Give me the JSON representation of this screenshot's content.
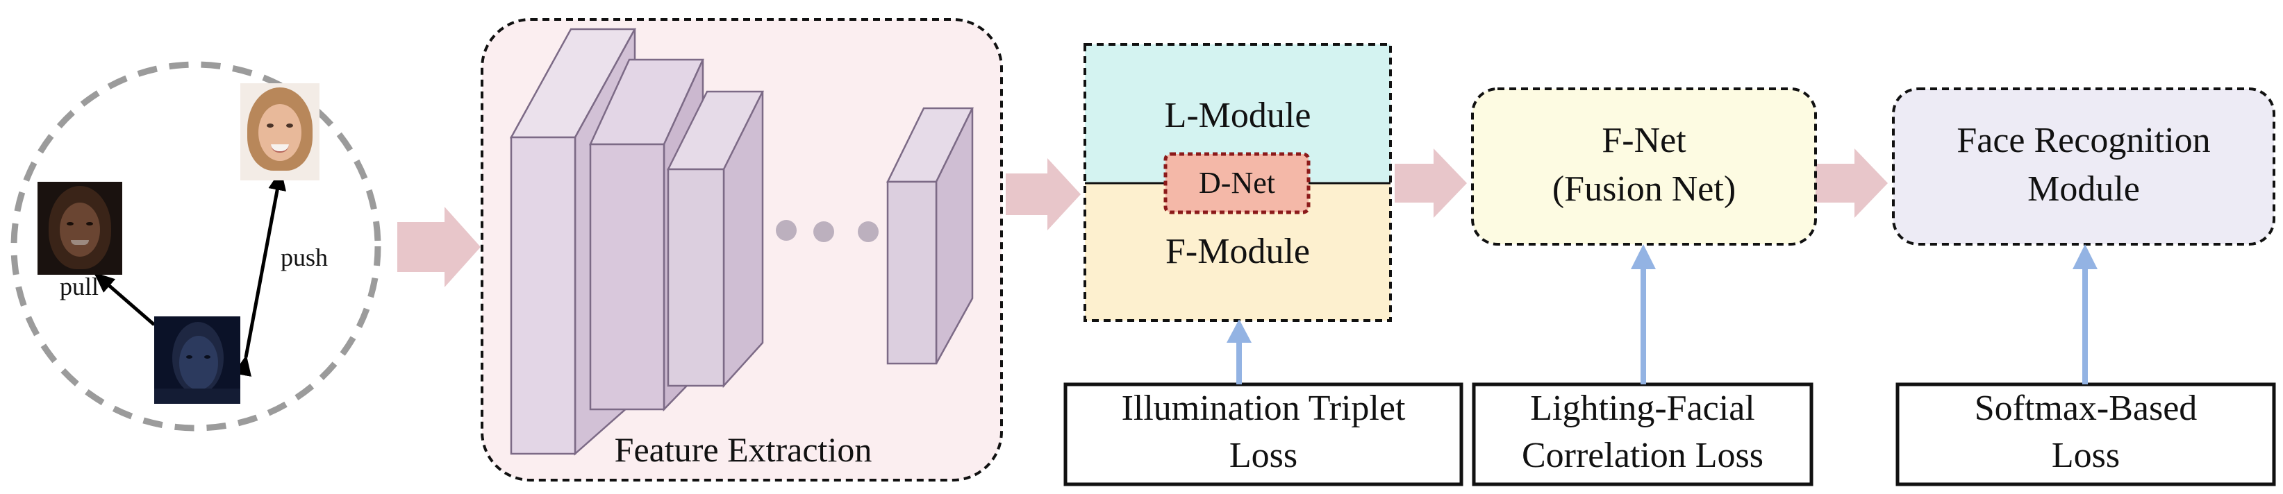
{
  "triplet": {
    "push_label": "push",
    "pull_label": "pull"
  },
  "feature_extraction": {
    "label": "Feature Extraction"
  },
  "module_block": {
    "l_module": "L-Module",
    "d_net": "D-Net",
    "f_module": "F-Module"
  },
  "fnet": {
    "line1": "F-Net",
    "line2": "(Fusion Net)"
  },
  "face_recognition": {
    "line1": "Face Recognition",
    "line2": "Module"
  },
  "losses": {
    "illumination": [
      "Illumination Triplet",
      "Loss"
    ],
    "lighting": [
      "Lighting-Facial",
      "Correlation Loss"
    ],
    "softmax": [
      "Softmax-Based",
      "Loss"
    ]
  },
  "colors": {
    "flow_arrow": "#e3c3c6",
    "feature_bg": "#fbeef0",
    "layer_face": "#dcccdc",
    "layer_side": "#cdbbd0",
    "l_module_bg": "#d4f3f1",
    "f_module_bg": "#fdf0cf",
    "d_net_bg": "#f4b8a8",
    "d_net_border": "#8b1a1a",
    "fnet_bg": "#fdfbe2",
    "face_recog_bg": "#edebf5",
    "loss_arrow": "#93b3e3",
    "triplet_circle": "#9b9b9b"
  }
}
